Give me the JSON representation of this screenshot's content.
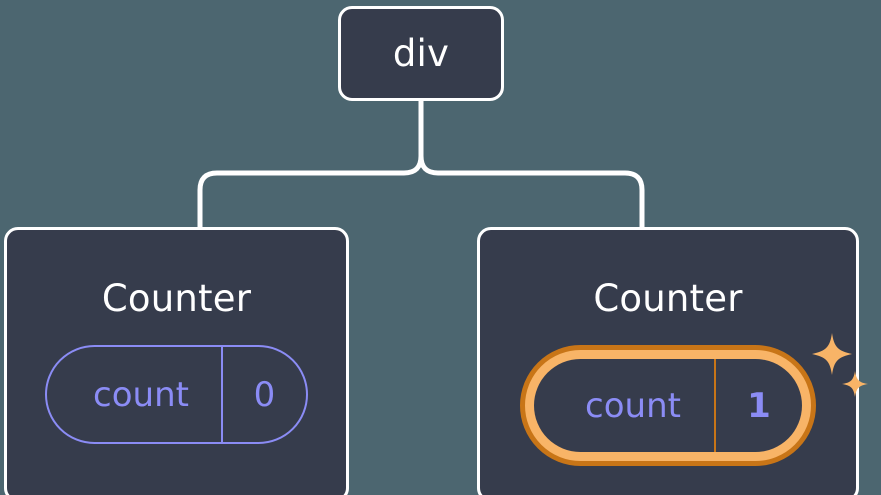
{
  "diagram": {
    "type": "component-tree",
    "background_color": "#4c6670",
    "node_fill_color": "#363c4c",
    "node_border_color": "#ffffff",
    "connector_color": "#ffffff",
    "state_color": "#8b8cf5",
    "highlight_outer_color": "#c87517",
    "highlight_inner_color": "#f8b467",
    "sparkle_color": "#f8b467",
    "root": {
      "label": "div"
    },
    "children": [
      {
        "title": "Counter",
        "state": {
          "key": "count",
          "value": "0"
        },
        "highlighted": false
      },
      {
        "title": "Counter",
        "state": {
          "key": "count",
          "value": "1"
        },
        "highlighted": true,
        "sparkle_icons": [
          "sparkle-large",
          "sparkle-small"
        ]
      }
    ]
  }
}
